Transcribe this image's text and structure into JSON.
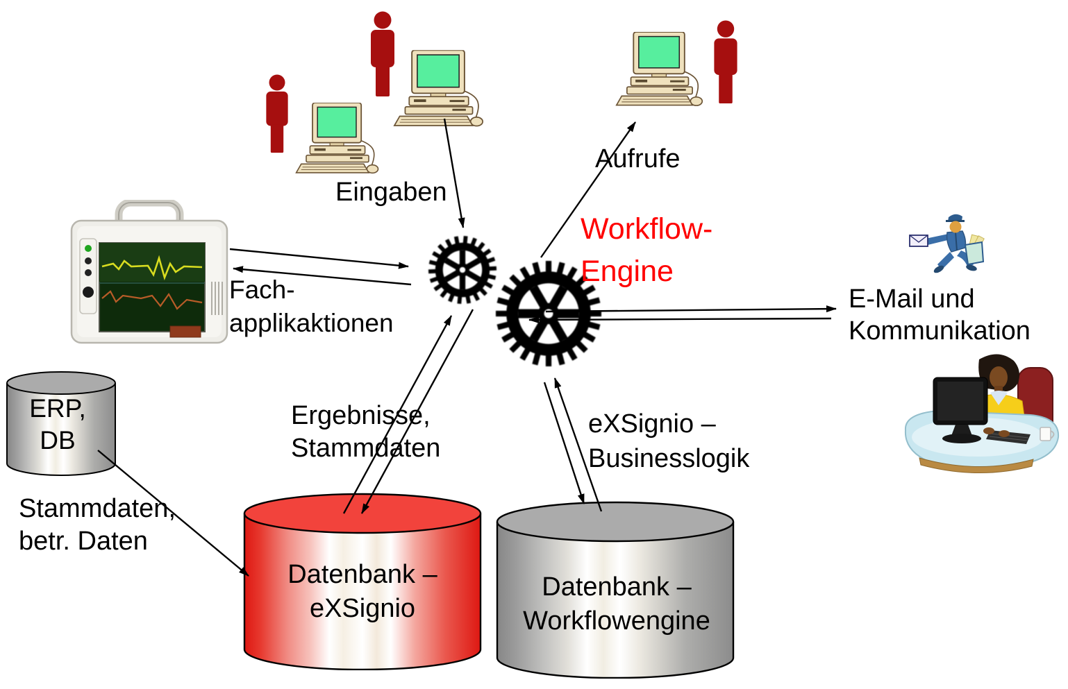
{
  "labels": {
    "eingaben": "Eingaben",
    "aufrufe": "Aufrufe",
    "workflow_engine": {
      "line1": "Workflow-",
      "line2": "Engine"
    },
    "fachapplikationen": {
      "line1": "Fach-",
      "line2": "applikaktionen"
    },
    "email_kommunikation": {
      "line1": "E-Mail und",
      "line2": "Kommunikation"
    },
    "ergebnisse_stammdaten": {
      "line1": "Ergebnisse,",
      "line2": "Stammdaten"
    },
    "exsignio_businesslogik": {
      "line1": "eXSignio –",
      "line2": "Businesslogik"
    },
    "stammdaten_betr_daten": {
      "line1": "Stammdaten,",
      "line2": "betr. Daten"
    }
  },
  "databases": {
    "erp_db": {
      "line1": "ERP,",
      "line2": "DB"
    },
    "datenbank_exsignio": {
      "line1": "Datenbank –",
      "line2": "eXSignio"
    },
    "datenbank_workflowengine": {
      "line1": "Datenbank –",
      "line2": "Workflowengine"
    }
  },
  "colors": {
    "background": "#FFFFFF",
    "label_text": "#000000",
    "workflow_engine_text": "#FF0000",
    "database_red": "#E8221C",
    "database_gray": "#9A9A9A",
    "gear_black": "#000000",
    "person_red": "#A60F0F",
    "pc_screen_green": "#57EE9E",
    "pc_case_beige": "#EFE1BD",
    "postman_blue": "#3A6EA8",
    "worker_shirt_yellow": "#F6CE1A",
    "desk_blue": "#C9E7F0"
  },
  "icons": [
    "user-icon",
    "desktop-computer-icon",
    "medical-monitor-icon",
    "gear-icon",
    "postman-icon",
    "office-worker-icon",
    "database-cylinder-icon",
    "envelope-icon"
  ]
}
